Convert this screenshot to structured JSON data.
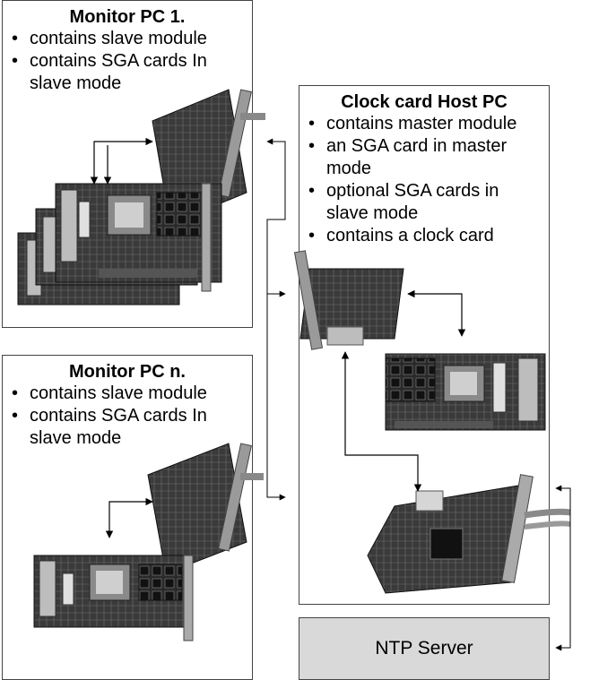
{
  "monitor1": {
    "title": "Monitor PC 1.",
    "bullets": [
      "contains slave module",
      "contains SGA cards In slave mode"
    ]
  },
  "monitorn": {
    "title": "Monitor PC n.",
    "bullets": [
      "contains slave module",
      "contains SGA cards In slave mode"
    ]
  },
  "host": {
    "title": "Clock card Host PC",
    "bullets": [
      "contains master module",
      "an SGA card in master mode",
      "optional SGA cards in slave mode",
      "contains a clock card"
    ]
  },
  "ntp": {
    "label": "NTP Server"
  },
  "colors": {
    "border": "#444444",
    "ntp_fill": "#d9d9d9",
    "card_dark": "#2a2a2a",
    "card_mid": "#6e6e6e",
    "card_light": "#bdbdbd"
  },
  "icons": [
    "pci-card-icon",
    "sga-card-icon",
    "clock-card-icon",
    "network-card-icon"
  ]
}
